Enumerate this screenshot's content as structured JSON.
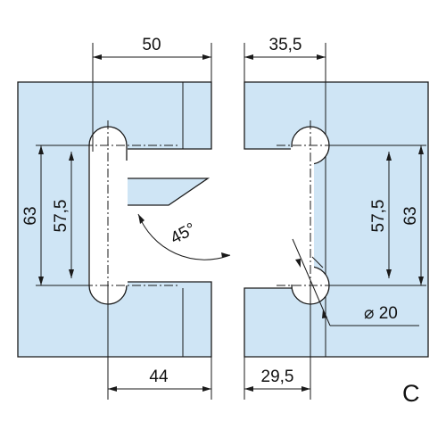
{
  "drawing": {
    "dimensions": {
      "top_left_width": "50",
      "top_right_width": "35,5",
      "bottom_left_width": "44",
      "bottom_right_width": "29,5",
      "left_outer_height": "63",
      "left_inner_height": "57,5",
      "right_inner_height": "57,5",
      "right_outer_height": "63",
      "angle": "45°",
      "hole_diameter": "⌀ 20"
    },
    "variant_label": "C"
  },
  "colors": {
    "glass": "#cfe5f5",
    "line": "#1a1a1a"
  }
}
